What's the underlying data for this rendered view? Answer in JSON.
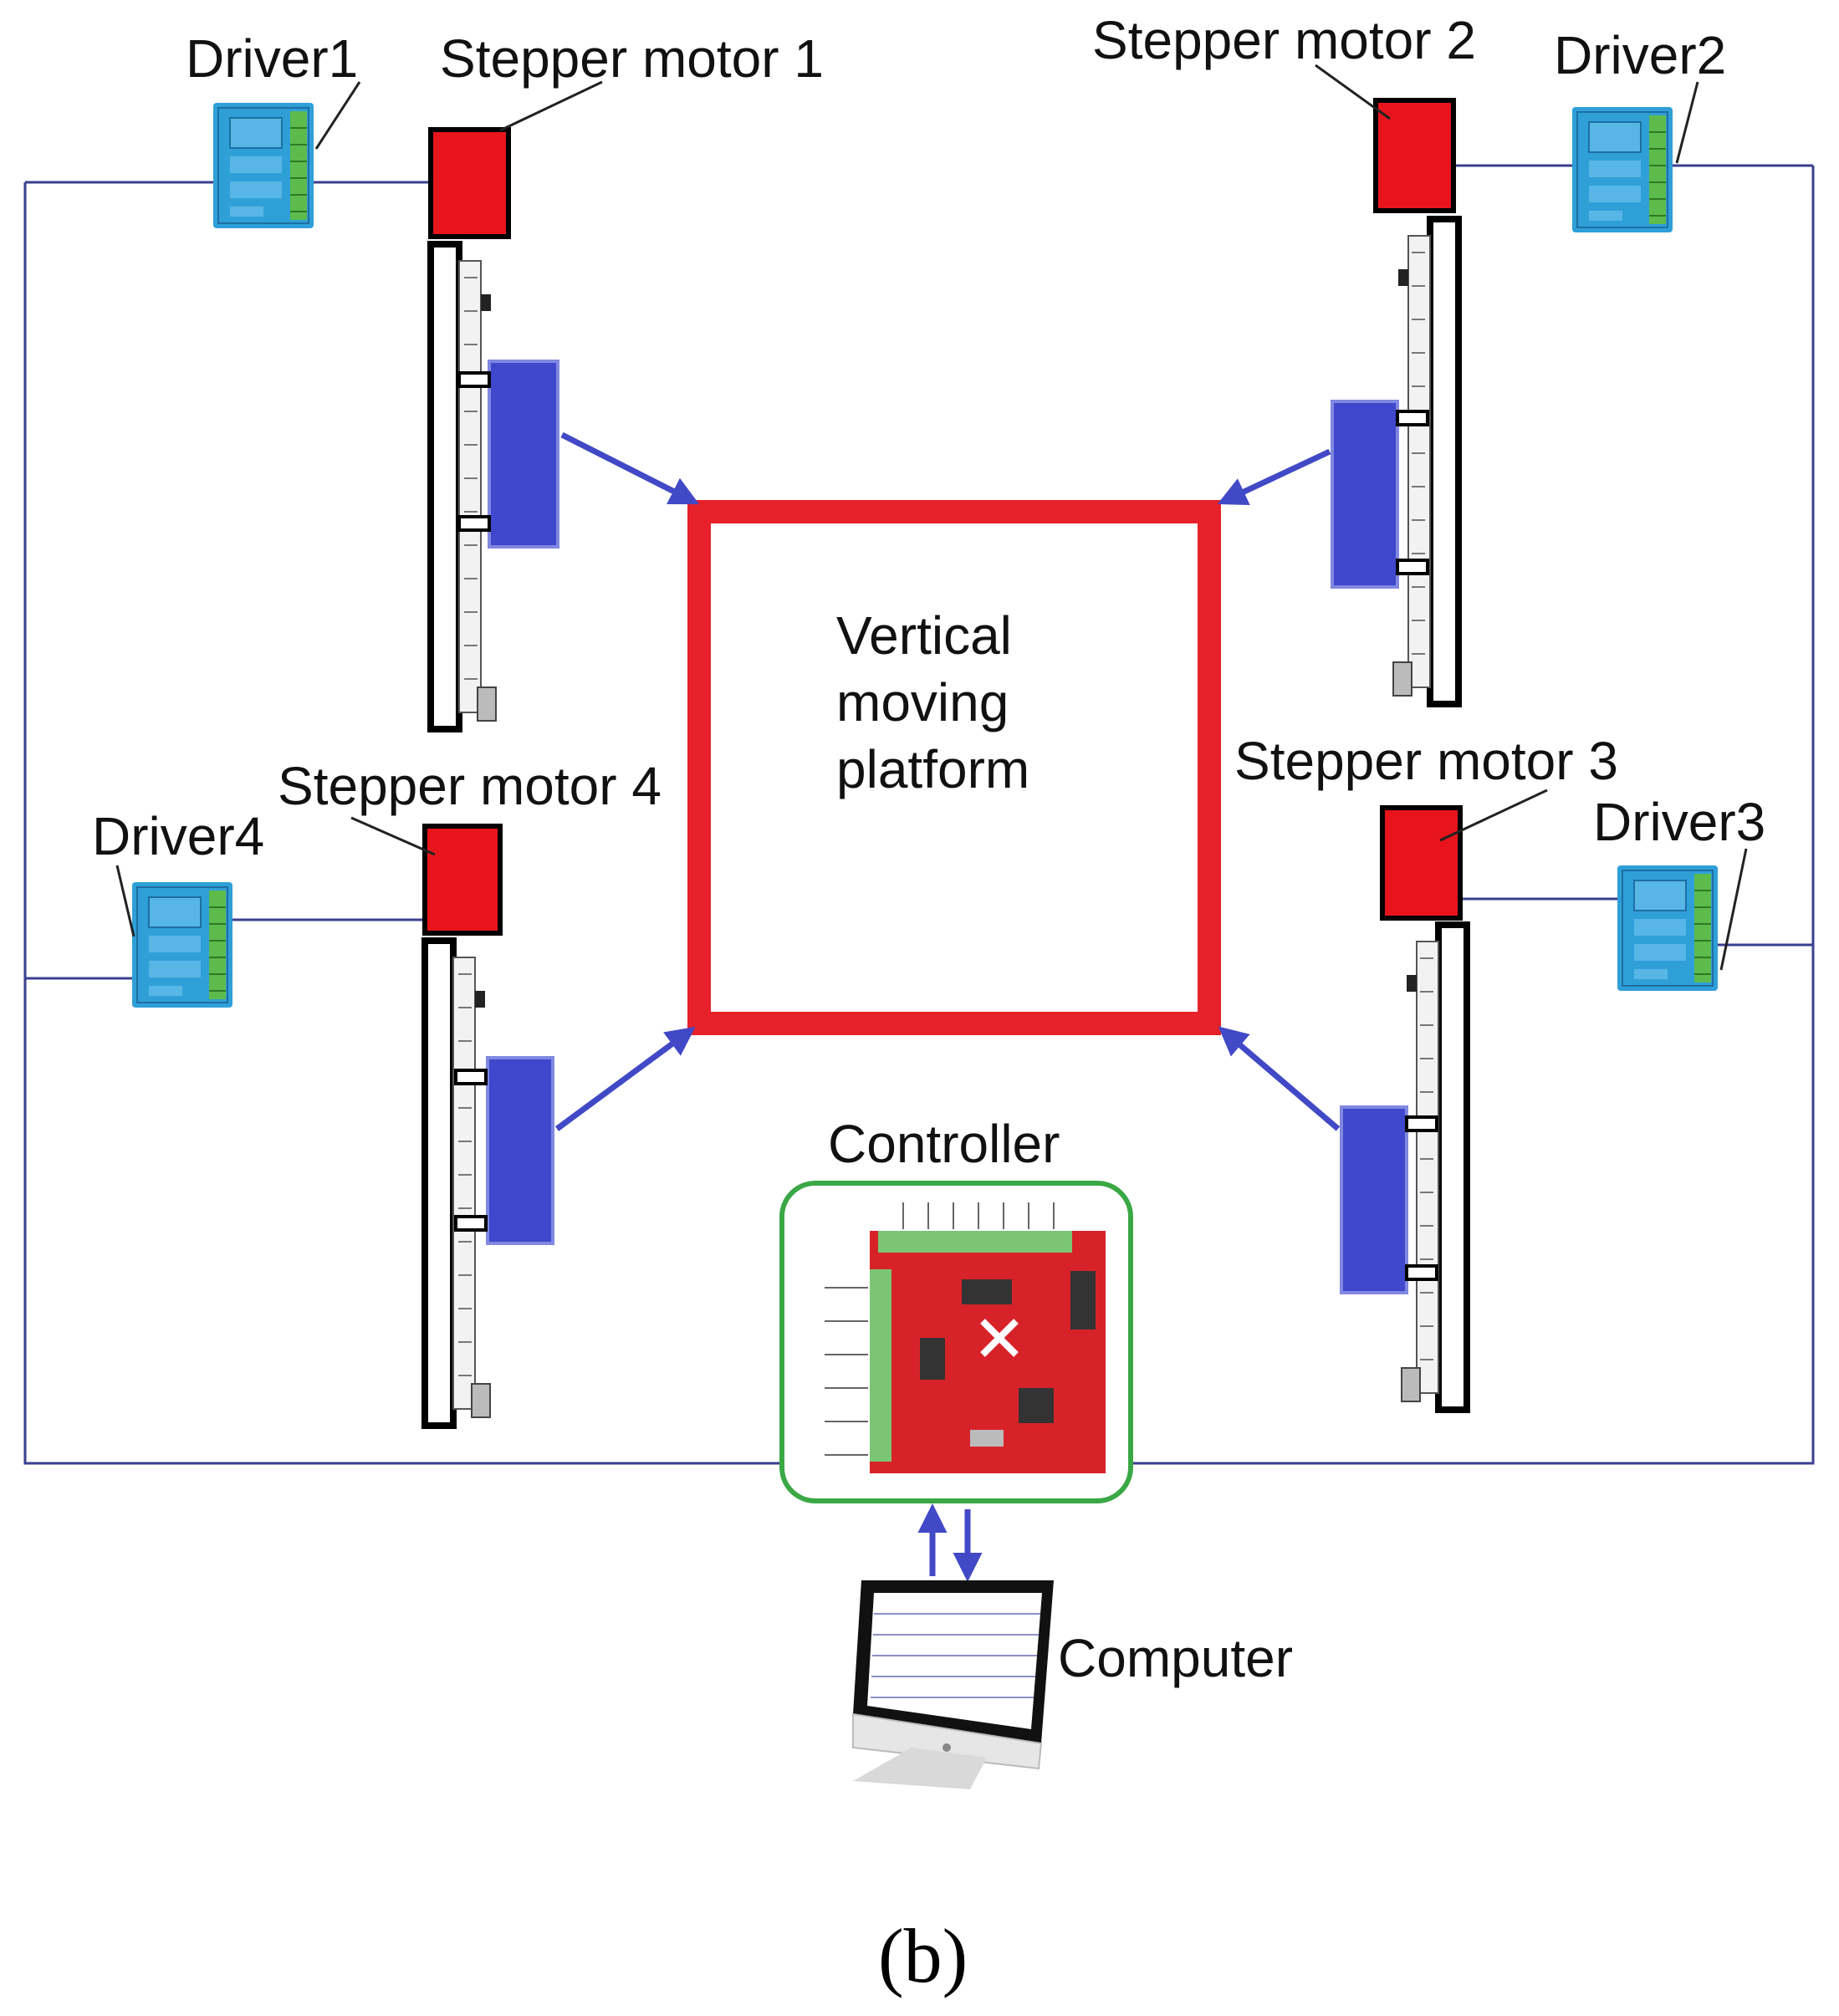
{
  "labels": {
    "driver1": "Driver1",
    "driver2": "Driver2",
    "driver3": "Driver3",
    "driver4": "Driver4",
    "motor1": "Stepper motor 1",
    "motor2": "Stepper motor 2",
    "motor3": "Stepper motor 3",
    "motor4": "Stepper motor 4",
    "platform": [
      "Vertical",
      "moving",
      "platform"
    ],
    "controller": "Controller",
    "computer": "Computer",
    "caption": "(b)"
  },
  "colors": {
    "motor": "#e8141c",
    "platform_border": "#e62129",
    "carriage": "#3f48cc",
    "arrow": "#4149c6",
    "wire": "#3a3f8f",
    "driver": "#2f9fd8",
    "controller_border": "#3aa845",
    "controller_board": "#d8222a",
    "terminal": "#7cc576"
  },
  "icons": {
    "driver": "motor-driver-icon",
    "controller": "controller-board-icon",
    "computer": "computer-monitor-icon"
  }
}
